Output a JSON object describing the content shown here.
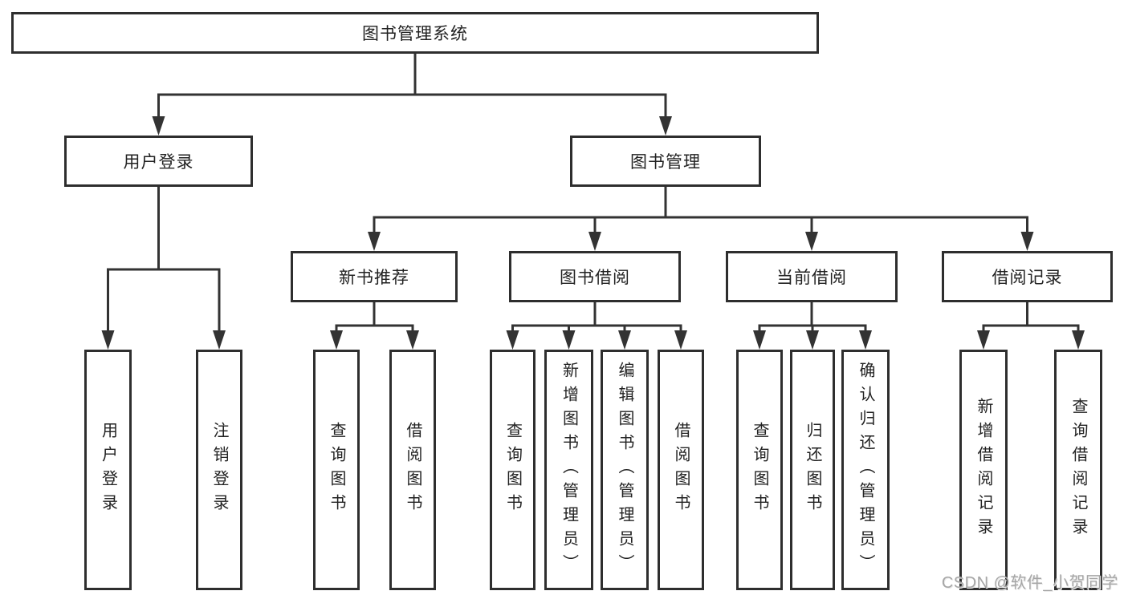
{
  "tree": {
    "root": {
      "label": "图书管理系统",
      "children": [
        {
          "label": "用户登录",
          "children": [
            {
              "label": "用户登录"
            },
            {
              "label": "注销登录"
            }
          ]
        },
        {
          "label": "图书管理",
          "children": [
            {
              "label": "新书推荐",
              "children": [
                {
                  "label": "查询图书"
                },
                {
                  "label": "借阅图书"
                }
              ]
            },
            {
              "label": "图书借阅",
              "children": [
                {
                  "label": "查询图书"
                },
                {
                  "label": "新增图书（管理员）"
                },
                {
                  "label": "编辑图书（管理员）"
                },
                {
                  "label": "借阅图书"
                }
              ]
            },
            {
              "label": "当前借阅",
              "children": [
                {
                  "label": "查询图书"
                },
                {
                  "label": "归还图书"
                },
                {
                  "label": "确认归还（管理员）"
                }
              ]
            },
            {
              "label": "借阅记录",
              "children": [
                {
                  "label": "新增借阅记录"
                },
                {
                  "label": "查询借阅记录"
                }
              ]
            }
          ]
        }
      ]
    }
  },
  "watermark": {
    "text": "CSDN @软件_小贺同学"
  },
  "colors": {
    "line": "#333333",
    "box_border": "#2e2e2e",
    "box_fill": "#ffffff",
    "text": "#222222",
    "watermark": "#a6a6a6",
    "background": "#ffffff"
  }
}
